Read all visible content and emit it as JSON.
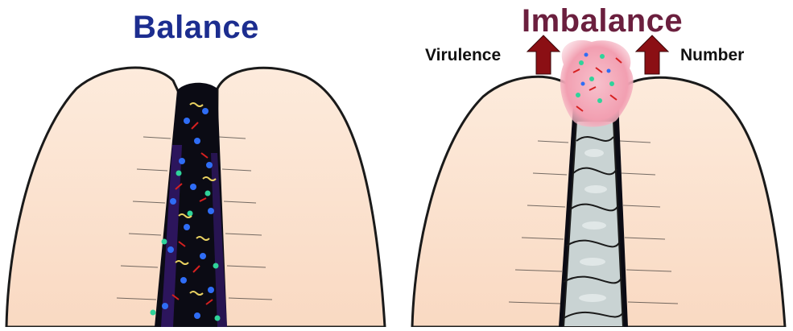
{
  "titles": {
    "left": "Balance",
    "right": "Imbalance"
  },
  "arrows": {
    "left_label": "Virulence",
    "right_label": "Number"
  },
  "colors": {
    "balance_title": "#1c2d8f",
    "imbalance_title": "#6b1f3e",
    "tissue": "#fde3cf",
    "outline": "#1a1a1a",
    "crevice_dark": "#0b0b14",
    "arrow": "#8b0f14",
    "calculus": "#c9d3d3",
    "inflammation": "#f4a6b8"
  },
  "icons": [
    "up-arrow-icon",
    "up-arrow-icon"
  ]
}
